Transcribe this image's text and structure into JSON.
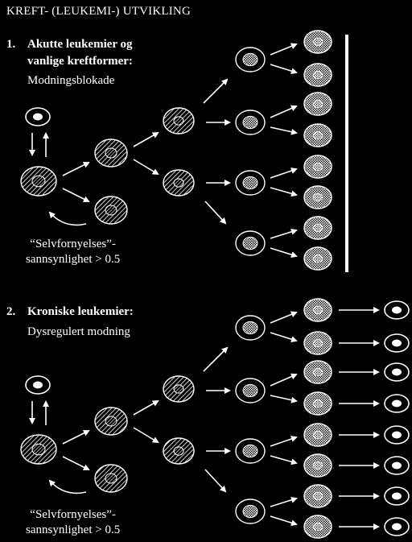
{
  "title": "KREFT- (LEUKEMI-) UTVIKLING",
  "panels": [
    {
      "number": "1.",
      "heading_line1": "Akutte leukemier og",
      "heading_line2": "vanlige kreftformer:",
      "subheading": "Modningsblokade",
      "note_line1": "“Selvfornyelses”-",
      "note_line2": "sannsynlighet > 0.5"
    },
    {
      "number": "2.",
      "heading_line1": "Kroniske leukemier:",
      "subheading": "Dysregulert modning",
      "note_line1": "“Selvfornyelses”-",
      "note_line2": "sannsynlighet > 0.5"
    }
  ]
}
